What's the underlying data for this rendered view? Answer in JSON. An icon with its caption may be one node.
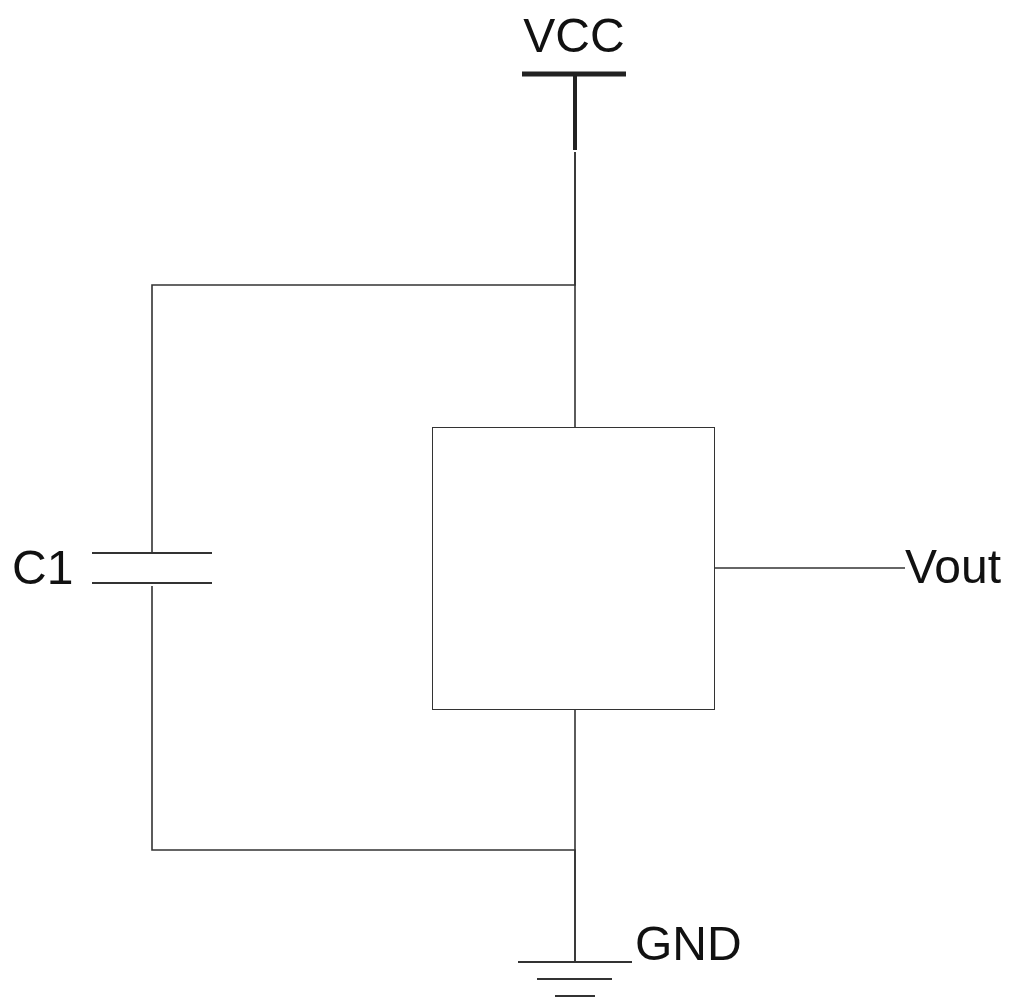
{
  "diagram": {
    "nodes": [
      {
        "text": [
          "VCC"
        ]
      },
      {
        "text": [],
        "shape": "box"
      },
      {
        "text": [],
        "shape": "capacitor",
        "beside": [
          "C1"
        ]
      },
      {
        "text": [
          "Vout"
        ]
      },
      {
        "text": [
          "GND"
        ]
      }
    ],
    "edges": [
      {
        "from": 0,
        "to": 1,
        "arrow": "none"
      },
      {
        "from": 0,
        "to": 2,
        "arrow": "none"
      },
      {
        "from": 2,
        "to": 4,
        "arrow": "none"
      },
      {
        "from": 1,
        "to": 4,
        "arrow": "none"
      },
      {
        "from": 1,
        "to": 3,
        "arrow": "none"
      }
    ]
  }
}
